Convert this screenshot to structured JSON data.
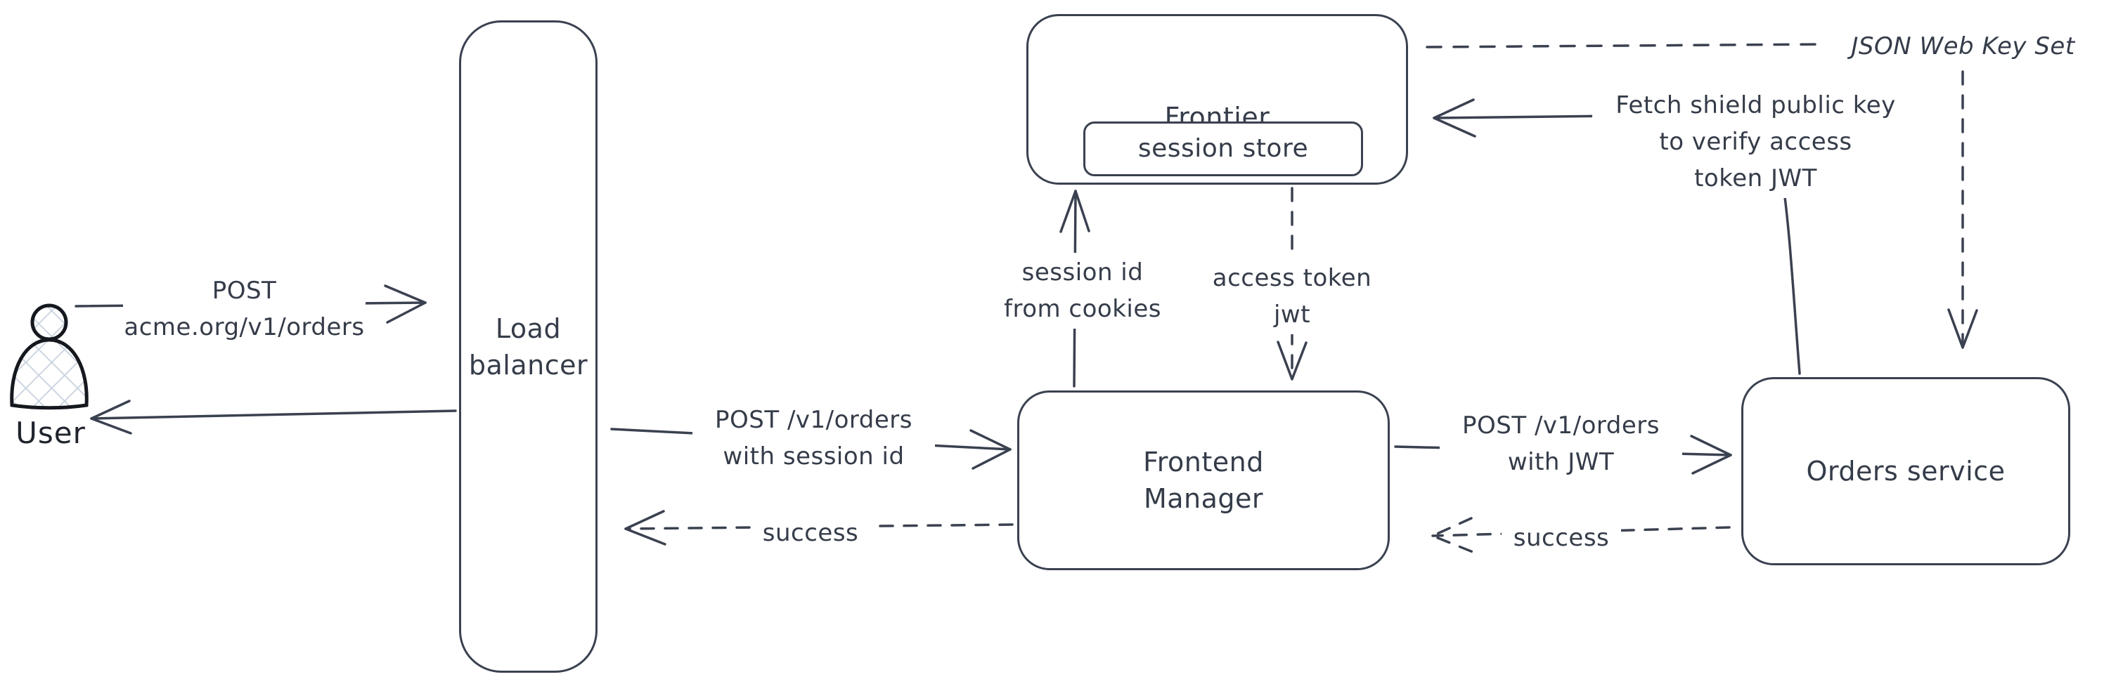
{
  "canvas": {
    "stroke_color": "#3a4150",
    "user_stroke_color": "#15181e",
    "hatch_color": "#c7d1de",
    "background": "#ffffff"
  },
  "nodes": {
    "user": {
      "label": "User"
    },
    "load_balancer": {
      "lines": [
        "Load",
        "balancer"
      ]
    },
    "frontier": {
      "label": "Frontier"
    },
    "session_store": {
      "label": "session store"
    },
    "frontend_manager": {
      "lines": [
        "Frontend",
        "Manager"
      ]
    },
    "orders_service": {
      "label": "Orders service"
    }
  },
  "edges": {
    "user_to_lb": {
      "style": "solid",
      "lines": [
        "POST",
        "acme.org/v1/orders"
      ]
    },
    "lb_to_user": {
      "style": "solid",
      "lines": []
    },
    "lb_to_fm": {
      "style": "solid",
      "lines": [
        "POST /v1/orders",
        "with session id"
      ]
    },
    "fm_to_lb_success": {
      "style": "dashed",
      "label": "success"
    },
    "fm_to_frontier": {
      "style": "solid",
      "lines": [
        "session id",
        "from cookies"
      ]
    },
    "frontier_to_fm": {
      "style": "dashed",
      "lines": [
        "access token",
        "jwt"
      ]
    },
    "fm_to_orders": {
      "style": "solid",
      "lines": [
        "POST /v1/orders",
        "with JWT"
      ]
    },
    "orders_to_fm_success": {
      "style": "dashed",
      "label": "success"
    },
    "orders_to_frontier": {
      "style": "solid",
      "lines": [
        "Fetch shield public key",
        "to verify access",
        "token JWT"
      ]
    },
    "frontier_to_jwks": {
      "style": "dashed",
      "label": "JSON Web Key Set"
    },
    "jwks_to_orders": {
      "style": "dashed"
    }
  }
}
